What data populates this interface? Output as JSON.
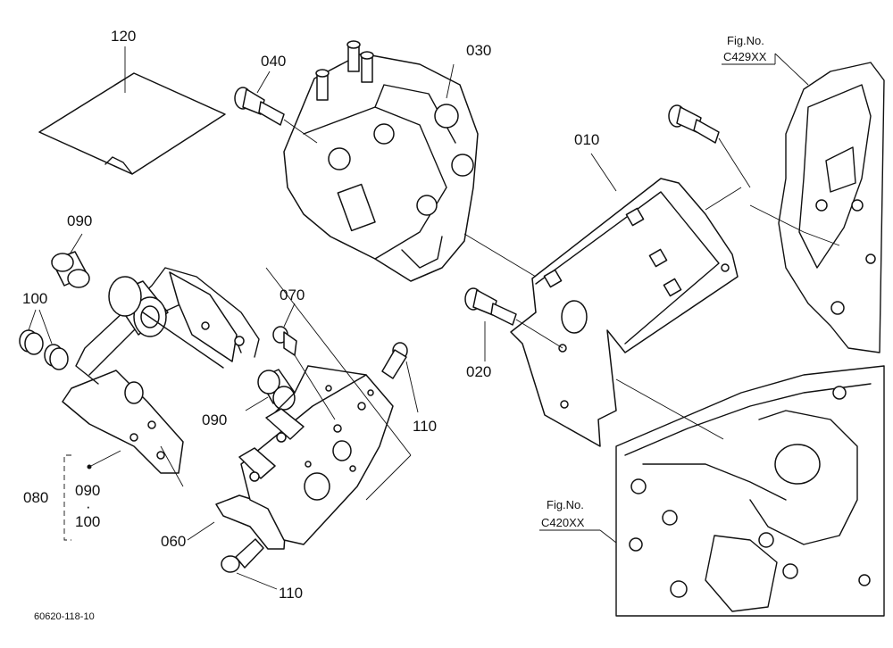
{
  "parts": {
    "p010": "010",
    "p020": "020",
    "p030": "030",
    "p040": "040",
    "p060": "060",
    "p070": "070",
    "p080": "080",
    "p090a": "090",
    "p090b": "090",
    "p090c": "090",
    "p100a": "100",
    "p100b": "100",
    "p110a": "110",
    "p110b": "110",
    "p120": "120"
  },
  "kit_separator": "·",
  "fig_refs": [
    {
      "prefix": "Fig.No.",
      "code": "C429XX"
    },
    {
      "prefix": "Fig.No.",
      "code": "C420XX"
    }
  ],
  "drawing_code": "60620-118-10"
}
